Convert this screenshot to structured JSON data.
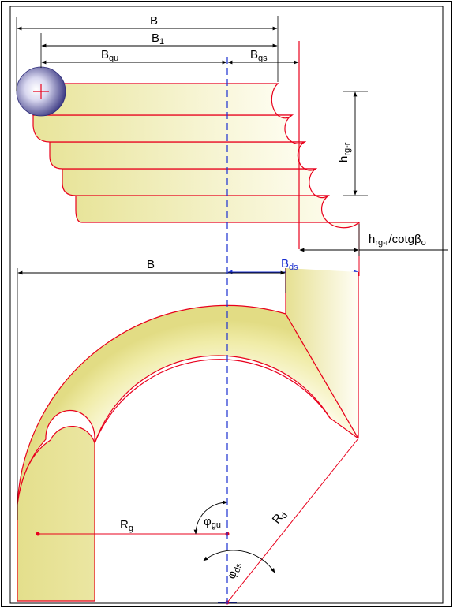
{
  "colors": {
    "outline": "#e8001c",
    "dimension": "#000000",
    "axis": "#1a2fd0",
    "blue_dimension": "#1a2fd0",
    "fill_light": "#fffef4",
    "fill_dark": "#e8e49a",
    "ball_light": "#ffffff",
    "ball_dark": "#2c2a78"
  },
  "labels": {
    "B_top": {
      "main": "B",
      "sub": ""
    },
    "B1": {
      "main": "B",
      "sub": "1"
    },
    "Bgu": {
      "main": "B",
      "sub": "gu"
    },
    "Bgs": {
      "main": "B",
      "sub": "gs"
    },
    "hrg": {
      "main": "h",
      "sub": "rg-r"
    },
    "hcot": {
      "main": "h",
      "sub": "rg-r",
      "rest": "/cotgβ",
      "sub2": "o"
    },
    "Bds": {
      "main": "B",
      "sub": "ds"
    },
    "B_bottom": {
      "main": "B",
      "sub": ""
    },
    "Rg": {
      "main": "R",
      "sub": "g"
    },
    "phigu": {
      "main": "φ",
      "sub": "gu"
    },
    "Rd": {
      "main": "R",
      "sub": "d"
    },
    "phids": {
      "main": "φ",
      "sub": "ds"
    }
  }
}
